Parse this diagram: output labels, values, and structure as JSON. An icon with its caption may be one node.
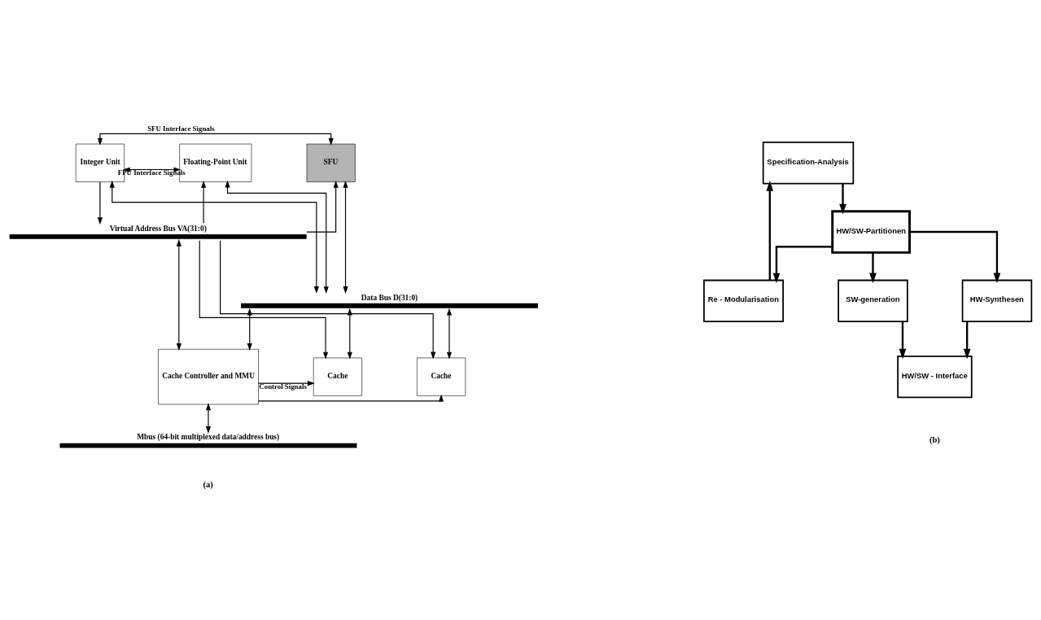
{
  "diagram": {
    "nodes": [
      {
        "text": [
          "Integer Unit"
        ]
      },
      {
        "text": [
          "Floating-Point Unit"
        ]
      },
      {
        "text": [
          "SFU"
        ]
      },
      {
        "text": [],
        "shape": "bar",
        "beside": [
          "Virtual Address Bus VA(31:0)"
        ]
      },
      {
        "text": [],
        "shape": "bar",
        "beside": [
          "Data Bus D(31:0)"
        ]
      },
      {
        "text": [
          "Cache"
        ]
      },
      {
        "text": [
          "Cache"
        ]
      },
      {
        "text": [
          "Cache Controller and MMU"
        ]
      },
      {
        "text": [],
        "shape": "bar",
        "beside": [
          "Mbus (64-bit multiplexed data/address bus)"
        ]
      },
      {
        "text": [
          "Specification-Analysis"
        ]
      },
      {
        "text": [
          "Re - Modularisation"
        ]
      },
      {
        "text": [
          "HW/SW-Partitionen"
        ]
      },
      {
        "text": [
          "SW-generation"
        ]
      },
      {
        "text": [
          "HW-Synthesen"
        ]
      },
      {
        "text": [
          "HW/SW - Interface"
        ]
      }
    ],
    "edges": [
      {
        "from": 0,
        "to": 1,
        "arrow": "both",
        "label": "FPU Interface Signals"
      },
      {
        "from": 0,
        "to": 2,
        "arrow": "both",
        "label": "SFU Interface Signals"
      },
      {
        "from": 0,
        "to": 3,
        "arrow": "to"
      },
      {
        "from": 0,
        "to": 4,
        "arrow": "both"
      },
      {
        "from": 3,
        "to": 1,
        "arrow": "to"
      },
      {
        "from": 1,
        "to": 4,
        "arrow": "both"
      },
      {
        "from": 3,
        "to": 2,
        "arrow": "to"
      },
      {
        "from": 2,
        "to": 4,
        "arrow": "both"
      },
      {
        "from": 3,
        "to": 7,
        "arrow": "both"
      },
      {
        "from": 4,
        "to": 7,
        "arrow": "both"
      },
      {
        "from": 3,
        "to": 5,
        "arrow": "to"
      },
      {
        "from": 4,
        "to": 5,
        "arrow": "both"
      },
      {
        "from": 3,
        "to": 6,
        "arrow": "to"
      },
      {
        "from": 4,
        "to": 6,
        "arrow": "both"
      },
      {
        "from": 7,
        "to": 5,
        "arrow": "to",
        "label": "Control Signals"
      },
      {
        "from": 7,
        "to": 6,
        "arrow": "to"
      },
      {
        "from": 7,
        "to": 8,
        "arrow": "both"
      },
      {
        "from": 9,
        "to": 11,
        "arrow": "to"
      },
      {
        "from": 11,
        "to": 10,
        "arrow": "to"
      },
      {
        "from": 10,
        "to": 9,
        "arrow": "to"
      },
      {
        "from": 11,
        "to": 12,
        "arrow": "to"
      },
      {
        "from": 11,
        "to": 13,
        "arrow": "to"
      },
      {
        "from": 12,
        "to": 14,
        "arrow": "to"
      },
      {
        "from": 13,
        "to": 14,
        "arrow": "to"
      }
    ],
    "labels": [
      "(a)",
      "(b)"
    ]
  }
}
